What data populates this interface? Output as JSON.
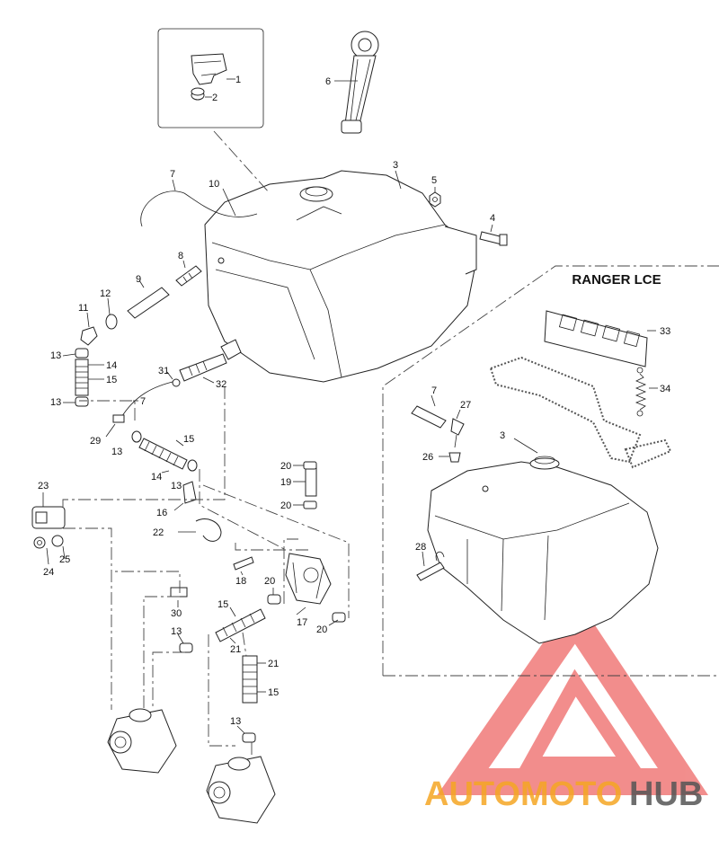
{
  "panel_title": "RANGER LCE",
  "callouts": {
    "c1": "1",
    "c2": "2",
    "c3a": "3",
    "c4": "4",
    "c5": "5",
    "c6": "6",
    "c7a": "7",
    "c8": "8",
    "c9": "9",
    "c10": "10",
    "c11": "11",
    "c12": "12",
    "c13a": "13",
    "c14a": "14",
    "c15a": "15",
    "c13b": "13",
    "c31": "31",
    "c32": "32",
    "c7b": "7",
    "c29": "29",
    "c13c": "13",
    "c15b": "15",
    "c14b": "14",
    "c13d": "13",
    "c16": "16",
    "c22": "22",
    "c23": "23",
    "c24": "24",
    "c25": "25",
    "c20a": "20",
    "c19": "19",
    "c20b": "20",
    "c18": "18",
    "c20c": "20",
    "c17": "17",
    "c20d": "20",
    "c30": "30",
    "c15c": "15",
    "c21a": "21",
    "c13e": "13",
    "c21b": "21",
    "c15d": "15",
    "c13f": "13",
    "c33": "33",
    "c34": "34",
    "c7c": "7",
    "c27": "27",
    "c3b": "3",
    "c26": "26",
    "c28": "28"
  },
  "watermark": {
    "part1": "AUTOMOTO",
    "part2": "HUB"
  },
  "colors": {
    "watermark_orange": "#f5a623",
    "watermark_red": "#e8312f",
    "watermark_gray": "#555555",
    "line": "#222222"
  }
}
